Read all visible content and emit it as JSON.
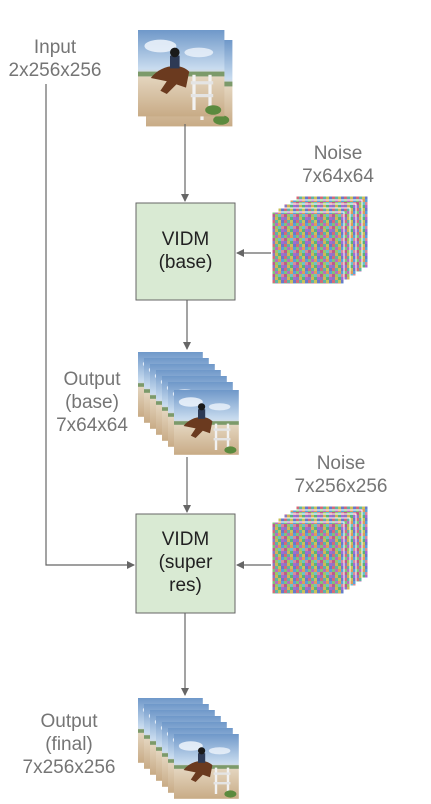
{
  "input": {
    "title": "Input",
    "shape": "2x256x256"
  },
  "noise_base": {
    "title": "Noise",
    "shape": "7x64x64"
  },
  "vidm_base": {
    "line1": "VIDM",
    "line2": "(base)"
  },
  "output_base": {
    "line1": "Output",
    "line2": "(base)",
    "shape": "7x64x64"
  },
  "noise_super": {
    "title": "Noise",
    "shape": "7x256x256"
  },
  "vidm_super": {
    "line1": "VIDM",
    "line2": "(super",
    "line3": "res)"
  },
  "output_final": {
    "line1": "Output",
    "line2": "(final)",
    "shape": "7x256x256"
  },
  "colors": {
    "box_fill": "#d9ead3",
    "box_stroke": "#666666",
    "arrow": "#666666",
    "label_text": "#757575",
    "sky": "#a9c7e6",
    "sand": "#d8c3a5",
    "fence": "#f1f1f1"
  },
  "icons": {
    "frames": "photo-horse-jumper-frames",
    "noise": "random-noise-volume"
  }
}
